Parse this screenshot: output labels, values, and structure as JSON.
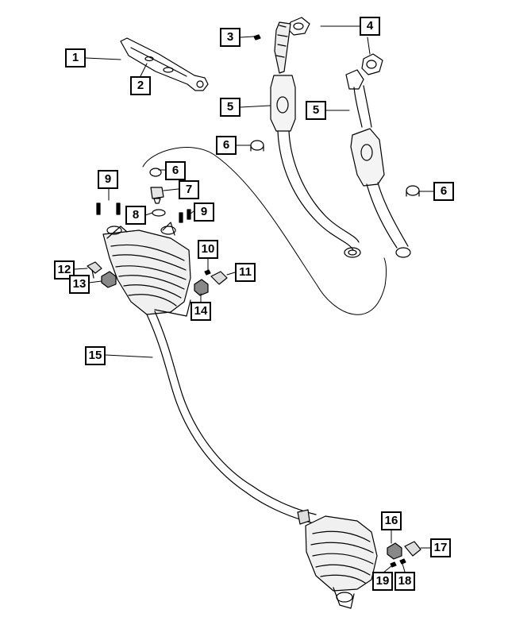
{
  "diagram": {
    "callouts": [
      {
        "id": "c1",
        "label": "1"
      },
      {
        "id": "c2",
        "label": "2"
      },
      {
        "id": "c3",
        "label": "3"
      },
      {
        "id": "c4",
        "label": "4"
      },
      {
        "id": "c5a",
        "label": "5"
      },
      {
        "id": "c5b",
        "label": "5"
      },
      {
        "id": "c6a",
        "label": "6"
      },
      {
        "id": "c6b",
        "label": "6"
      },
      {
        "id": "c6c",
        "label": "6"
      },
      {
        "id": "c7",
        "label": "7"
      },
      {
        "id": "c8",
        "label": "8"
      },
      {
        "id": "c9a",
        "label": "9"
      },
      {
        "id": "c9b",
        "label": "9"
      },
      {
        "id": "c10",
        "label": "10"
      },
      {
        "id": "c11",
        "label": "11"
      },
      {
        "id": "c12",
        "label": "12"
      },
      {
        "id": "c13",
        "label": "13"
      },
      {
        "id": "c14",
        "label": "14"
      },
      {
        "id": "c15",
        "label": "15"
      },
      {
        "id": "c16",
        "label": "16"
      },
      {
        "id": "c17",
        "label": "17"
      },
      {
        "id": "c18",
        "label": "18"
      },
      {
        "id": "c19",
        "label": "19"
      }
    ]
  }
}
